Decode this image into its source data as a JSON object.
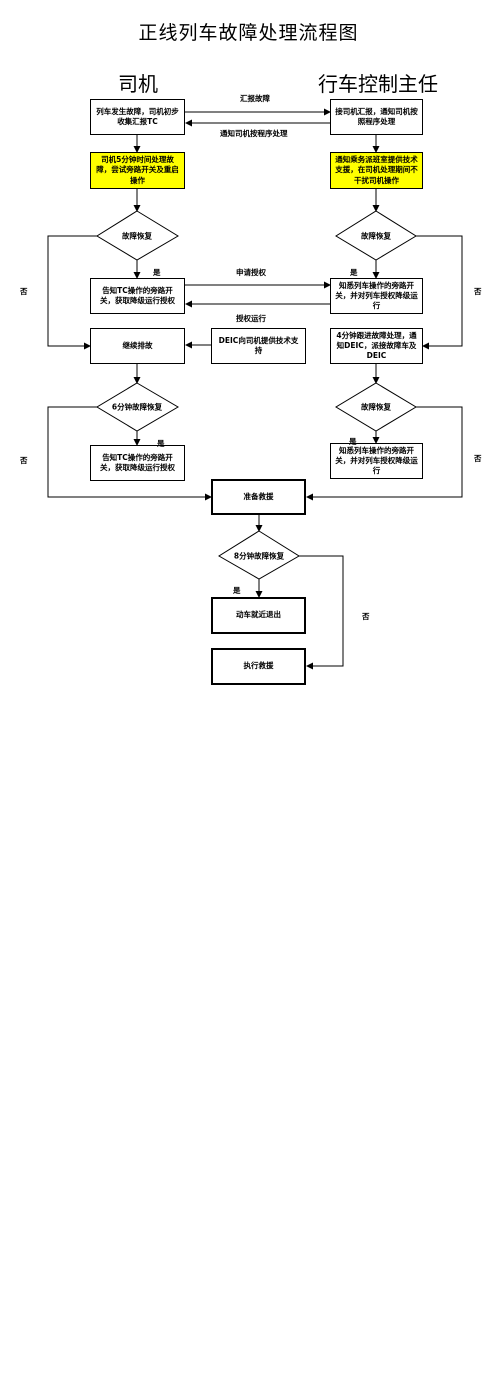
{
  "title": "正线列车故障处理流程图",
  "lanes": {
    "driver": "司机",
    "controller": "行车控制主任"
  },
  "boxes": {
    "driver_report": "列车发生故障，司机初步收集汇报TC",
    "controller_receive": "接司机汇报，通知司机按照程序处理",
    "driver_5min": "司机5分钟时间处理故障，尝试旁路开关及重启操作",
    "controller_notify": "通知乘务派班室提供技术支援，在司机处理期间不干扰司机操作",
    "driver_tell_tc_1": "告知TC操作的旁路开关，获取降级运行授权",
    "controller_know_1": "知悉列车操作的旁路开关，并对列车授权降级运行",
    "continue_troubleshoot": "继续排故",
    "deic_support": "DEIC向司机提供技术支持",
    "controller_4min": "4分钟跟进故障处理，通知DEIC，派接故障车及DEIC",
    "driver_tell_tc_2": "告知TC操作的旁路开关，获取降级运行授权",
    "controller_know_2": "知悉列车操作的旁路开关，并对列车授权降级运行",
    "prepare_rescue": "准备救援",
    "emu_clear": "动车就近退出",
    "execute_rescue": "执行救援"
  },
  "diamonds": {
    "driver_recovered": "故障恢复",
    "controller_recovered_1": "故障恢复",
    "driver_6min": "6分钟故障恢复",
    "controller_recovered_2": "故障恢复",
    "eight_min": "8分钟故障恢复"
  },
  "labels": {
    "report_fault": "汇报故障",
    "notify_procedure": "通知司机按程序处理",
    "apply_auth": "申请授权",
    "auth_run": "授权运行",
    "yes": "是",
    "no": "否"
  },
  "colors": {
    "highlight": "#ffff00",
    "line": "#000000"
  }
}
